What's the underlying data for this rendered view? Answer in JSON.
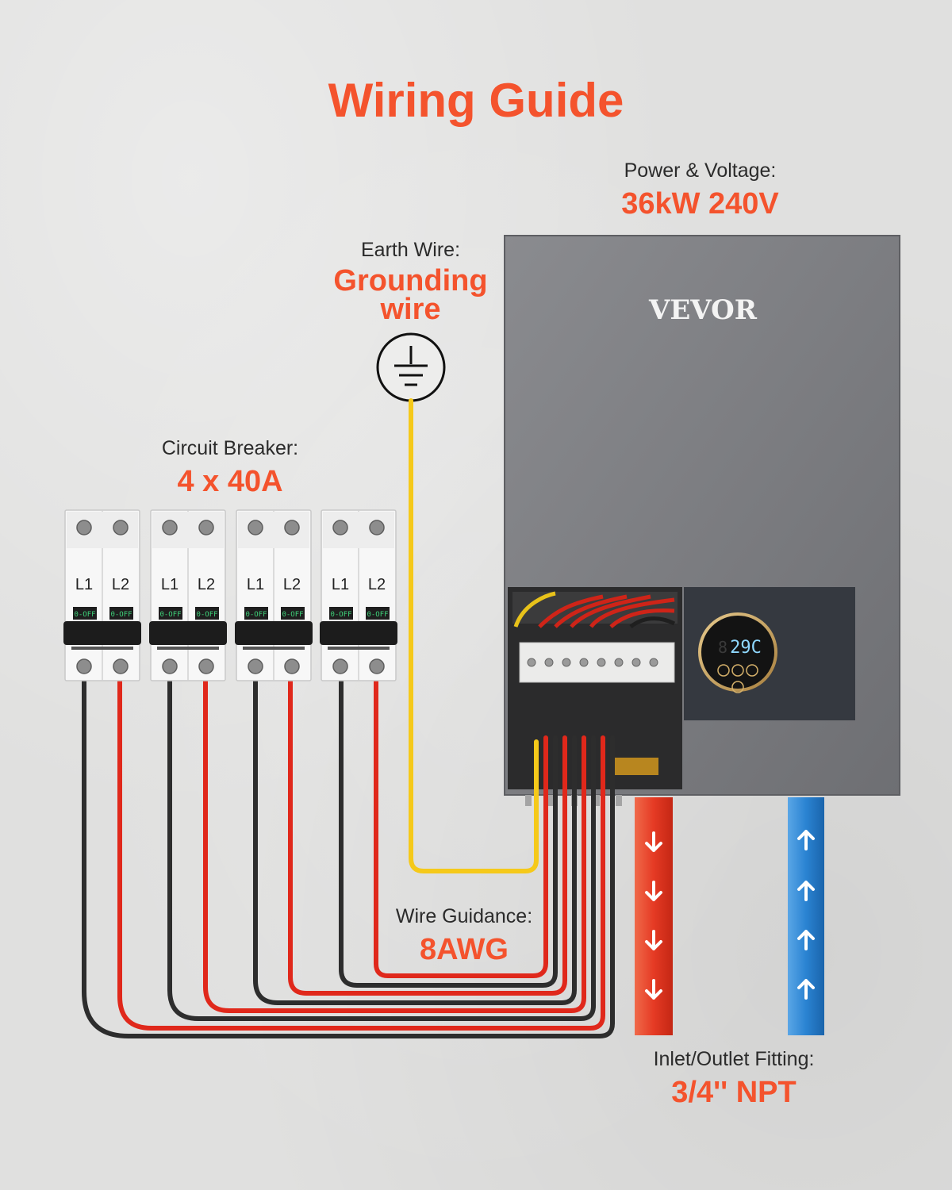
{
  "title": "Wiring Guide",
  "power": {
    "caption": "Power & Voltage:",
    "value": "36kW 240V"
  },
  "earth": {
    "caption": "Earth Wire:",
    "value": "Grounding wire"
  },
  "breaker": {
    "caption": "Circuit Breaker:",
    "value": "4 x 40A",
    "units": [
      {
        "pole1": "L1",
        "pole2": "L2",
        "switch1": "0-OFF",
        "switch2": "0-OFF"
      },
      {
        "pole1": "L1",
        "pole2": "L2",
        "switch1": "0-OFF",
        "switch2": "0-OFF"
      },
      {
        "pole1": "L1",
        "pole2": "L2",
        "switch1": "0-OFF",
        "switch2": "0-OFF"
      },
      {
        "pole1": "L1",
        "pole2": "L2",
        "switch1": "0-OFF",
        "switch2": "0-OFF"
      }
    ]
  },
  "wire": {
    "caption": "Wire Guidance:",
    "value": "8AWG"
  },
  "fitting": {
    "caption": "Inlet/Outlet Fitting:",
    "value": "3/4'' NPT"
  },
  "heater": {
    "brand": "VEVOR",
    "display_temp": "29C",
    "display_faded_digit": "8"
  },
  "colors": {
    "accent": "#f4532d",
    "live_wire": "#e0281b",
    "neutral_wire": "#2d2d2d",
    "ground_wire": "#f5c91a",
    "hot_pipe": "#e53a24",
    "cold_pipe": "#2a83d2",
    "heater_body": "#7d7e82"
  }
}
